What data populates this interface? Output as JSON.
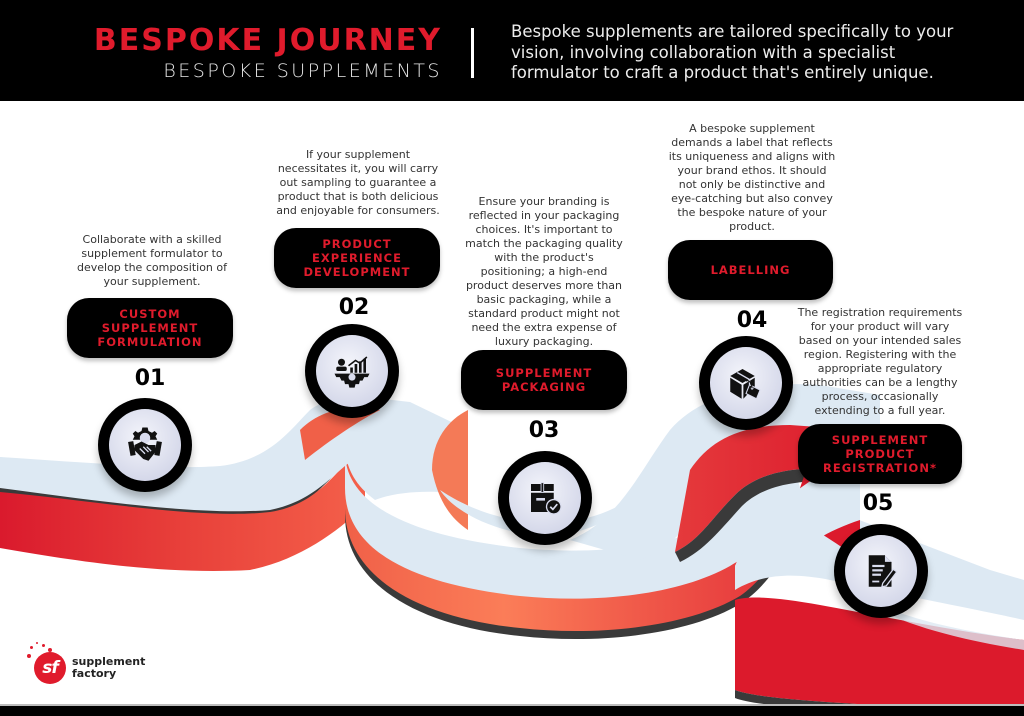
{
  "header": {
    "title": "BESPOKE JOURNEY",
    "subtitle": "BESPOKE SUPPLEMENTS",
    "intro": "Bespoke supplements are tailored specifically to your vision, involving collaboration with a specialist formulator to craft a product that's entirely unique."
  },
  "colors": {
    "brand_red": "#e01b2c",
    "coral": "#f97a57",
    "path_top": "#dde9f3",
    "path_shadow": "#3a3a3a",
    "header_bg": "#000000",
    "pill_bg": "#000000"
  },
  "steps": [
    {
      "number": "01",
      "title": "CUSTOM\nSUPPLEMENT\nFORMULATION",
      "description": "Collaborate with a skilled supplement formulator to develop the composition of your supplement.",
      "icon": "handshake-gear-icon"
    },
    {
      "number": "02",
      "title": "PRODUCT\nEXPERIENCE\nDEVELOPMENT",
      "description": "If your supplement necessitates it, you will carry out sampling to guarantee a product that is both delicious and enjoyable for consumers.",
      "icon": "person-chart-gear-icon"
    },
    {
      "number": "03",
      "title": "SUPPLEMENT\nPACKAGING",
      "description": "Ensure your branding is reflected in your packaging choices. It's important to match the packaging quality with the product's positioning; a high-end product deserves more than basic packaging, while a standard product might not need the extra expense of luxury packaging.",
      "icon": "box-check-icon"
    },
    {
      "number": "04",
      "title": "LABELLING",
      "description": "A bespoke supplement demands a label that reflects its uniqueness and aligns with your brand ethos. It should not only be distinctive and eye-catching but also convey the bespoke nature of your product.",
      "icon": "box-tag-icon"
    },
    {
      "number": "05",
      "title": "SUPPLEMENT\nPRODUCT\nREGISTRATION*",
      "description": "The registration requirements for your product will vary based on your intended sales region. Registering with the appropriate regulatory authorities can be a lengthy process, occasionally extending to a full year.",
      "icon": "document-pen-icon"
    }
  ],
  "logo": {
    "mark": "sf",
    "line1": "supplement",
    "line2": "factory"
  }
}
